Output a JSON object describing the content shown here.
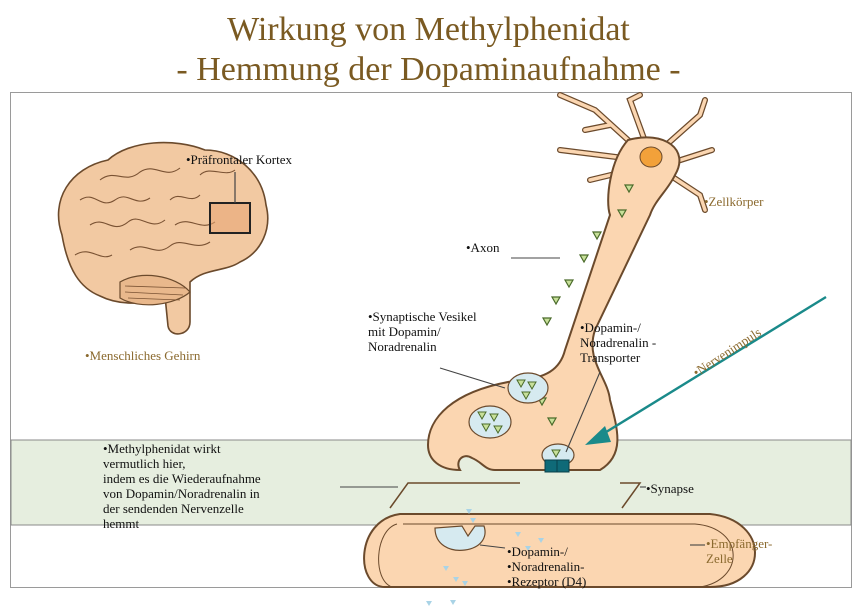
{
  "title": {
    "line1": "Wirkung von Methylphenidat",
    "line2": "- Hemmung der Dopaminaufnahme -"
  },
  "labels": {
    "cortex": "•Präfrontaler Kortex",
    "brain": "•Menschliches Gehirn",
    "axon": "•Axon",
    "cell_body": "•Zellkörper",
    "vesicle": "•Synaptische Vesikel\nmit Dopamin/\nNoradrenalin",
    "transporter": "•Dopamin-/\nNoradrenalin -\nTransporter",
    "impulse": "•Nervenimpuls",
    "methylphenidate": "•Methylphenidat wirkt\nvermutlich hier,\nindem es die Wiederaufnahme\nvon Dopamin/Noradrenalin in\nder sendenden Nervenzelle\nhemmt",
    "synapse": "•Synapse",
    "receptor": "•Dopamin-/\n•Noradrenalin-\n•Rezeptor (D4)",
    "receiver": "•Empfänger-\nZelle"
  },
  "colors": {
    "title": "#7a5a22",
    "label_accent": "#8b6a2f",
    "neuron_fill": "#fbd6b1",
    "neuron_stroke": "#6b4a2c",
    "nucleus": "#f2a13a",
    "vesicle_fill": "#d6eaf0",
    "synapse_band": "#e6eedf",
    "arrow": "#1a8a8a",
    "transporter": "#0f6a78",
    "brain": "#f2c9a2"
  },
  "icons": {
    "brain": "brain-illustration",
    "neuron": "neuron-illustration",
    "impulse_arrow": "arrow-icon"
  }
}
